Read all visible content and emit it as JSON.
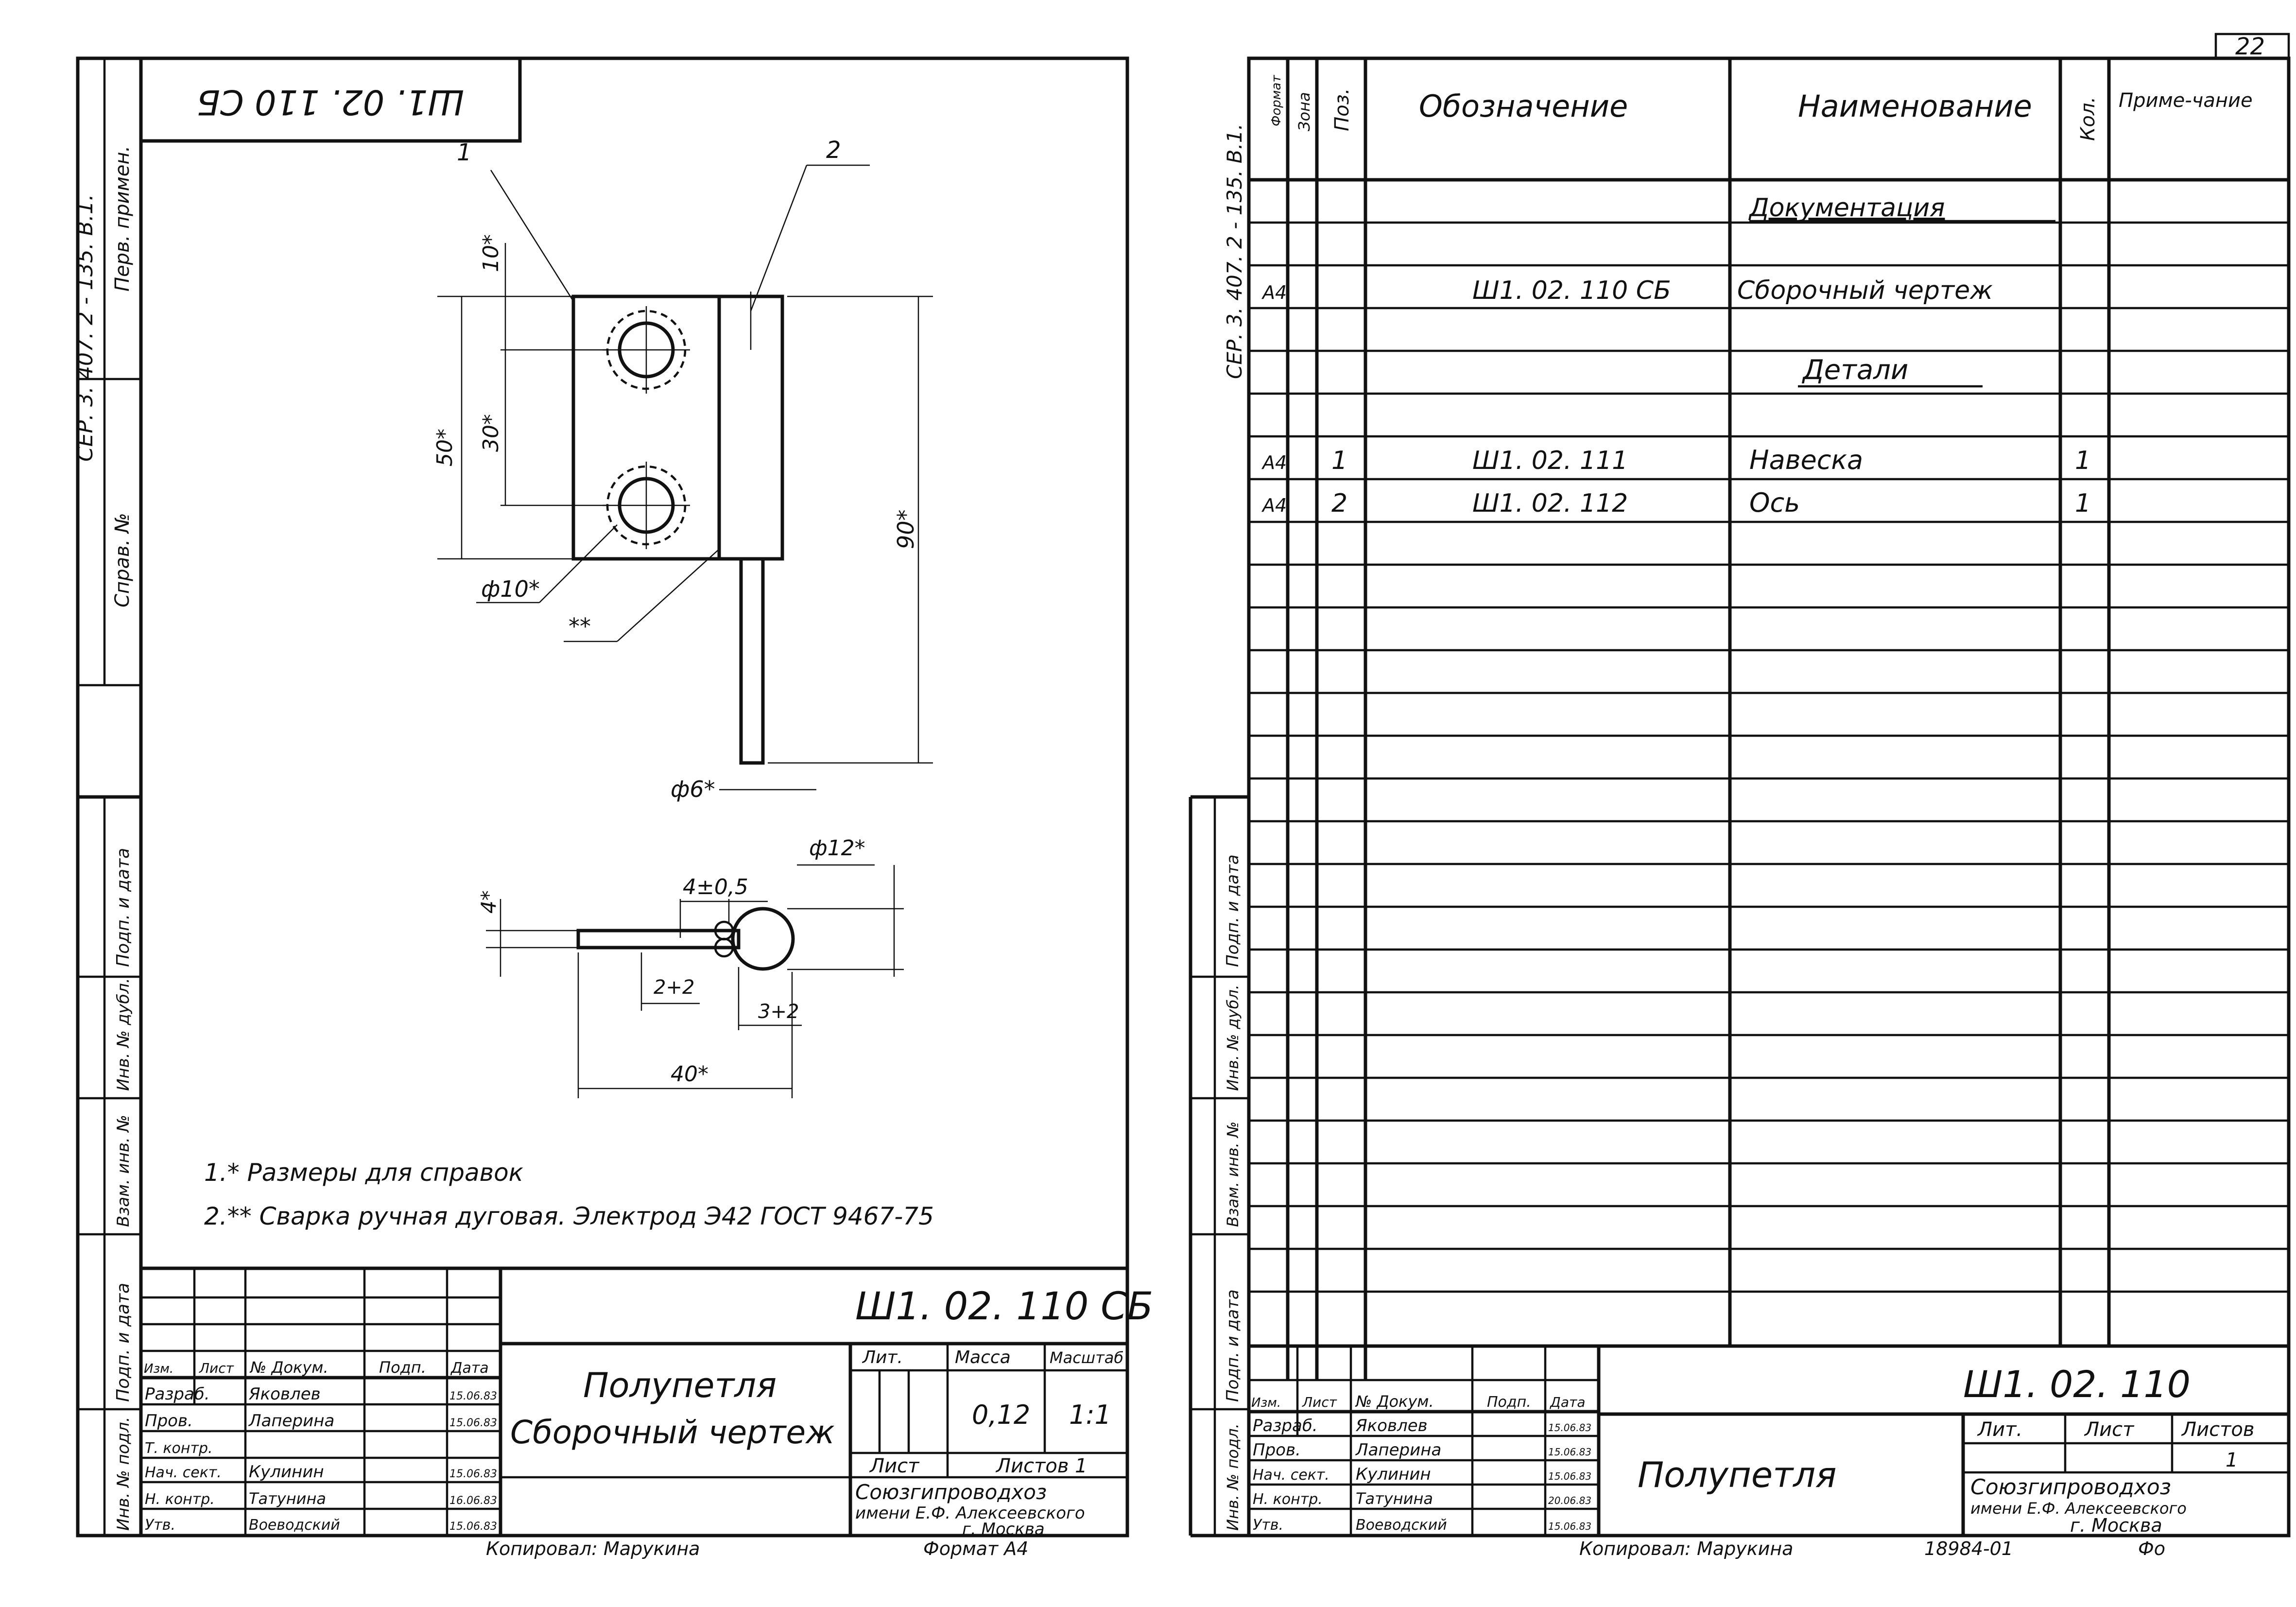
{
  "page_number": "22",
  "series_code": "СЕР. 3. 407. 2 - 135. В.1.",
  "left_sheet": {
    "top_stamp": "Ш1. 02. 110 СБ",
    "side_labels": {
      "perv_primen": "Перв. примен.",
      "sprav_no": "Справ. №",
      "podp_data_1": "Подп. и дата",
      "inv_dubl": "Инв. № дубл.",
      "vzam_inv": "Взам. инв. №",
      "podp_data_2": "Подп. и дата",
      "inv_podl": "Инв. № подл."
    },
    "leaders": {
      "p1": "1",
      "p2": "2"
    },
    "dimensions": {
      "d10": "10*",
      "d30": "30*",
      "d50": "50*",
      "d90": "90*",
      "phi10": "ф10*",
      "weld": "**",
      "phi6": "ф6*",
      "d4tol": "4±0,5",
      "phi12": "ф12*",
      "d4": "4*",
      "d2p2": "2+2",
      "d3p2": "3+2",
      "d40": "40*"
    },
    "notes": [
      "1.* Размеры для справок",
      "2.** Сварка ручная дуговая.  Электрод Э42 ГОСТ 9467-75"
    ],
    "title_block": {
      "doc_code": "Ш1. 02. 110 СБ",
      "name_line1": "Полупетля",
      "name_line2": "Сборочный чертеж",
      "headers": [
        "Изм.",
        "Лист",
        "№ Докум.",
        "Подп.",
        "Дата"
      ],
      "lit_label": "Лит.",
      "mass_label": "Масса",
      "scale_label": "Масштаб",
      "mass": "0,12",
      "scale": "1:1",
      "sheet_label": "Лист",
      "sheets_label": "Листов 1",
      "roles": [
        {
          "role": "Разраб.",
          "name": "Яковлев",
          "date": "15.06.83"
        },
        {
          "role": "Пров.",
          "name": "Лаперина",
          "date": "15.06.83"
        },
        {
          "role": "Т. контр.",
          "name": "",
          "date": ""
        },
        {
          "role": "Нач. сект.",
          "name": "Кулинин",
          "date": "15.06.83"
        },
        {
          "role": "Н. контр.",
          "name": "Татунина",
          "date": "16.06.83"
        },
        {
          "role": "Утв.",
          "name": "Воеводский",
          "date": "15.06.83"
        }
      ],
      "org_line1": "Союзгипроводхоз",
      "org_line2": "имени Е.Ф. Алексеевского",
      "org_line3": "г. Москва"
    },
    "footer_copied": "Копировал: Марукина",
    "footer_format": "Формат А4"
  },
  "right_sheet": {
    "headers": {
      "format": "Формат",
      "zone": "Зона",
      "pos": "Поз.",
      "designation": "Обозначение",
      "name": "Наименование",
      "qty": "Кол.",
      "note": "Приме-чание"
    },
    "sections": {
      "docs": "Документация",
      "parts": "Детали"
    },
    "rows": [
      {
        "format": "А4",
        "pos": "",
        "designation": "Ш1. 02. 110 СБ",
        "name": "Сборочный чертеж",
        "qty": ""
      },
      {
        "format": "А4",
        "pos": "1",
        "designation": "Ш1. 02. 111",
        "name": "Навеска",
        "qty": "1"
      },
      {
        "format": "А4",
        "pos": "2",
        "designation": "Ш1. 02. 112",
        "name": "Ось",
        "qty": "1"
      }
    ],
    "title_block": {
      "doc_code": "Ш1. 02. 110",
      "name": "Полупетля",
      "headers": [
        "Изм.",
        "Лист",
        "№ Докум.",
        "Подп.",
        "Дата"
      ],
      "lit_label": "Лит.",
      "sheet_label": "Лист",
      "sheets_label": "Листов",
      "sheets_value": "1",
      "roles": [
        {
          "role": "Разраб.",
          "name": "Яковлев",
          "date": "15.06.83"
        },
        {
          "role": "Пров.",
          "name": "Лаперина",
          "date": "15.06.83"
        },
        {
          "role": "Нач. сект.",
          "name": "Кулинин",
          "date": "15.06.83"
        },
        {
          "role": "Н. контр.",
          "name": "Татунина",
          "date": "20.06.83"
        },
        {
          "role": "Утв.",
          "name": "Воеводский",
          "date": "15.06.83"
        }
      ],
      "org_line1": "Союзгипроводхоз",
      "org_line2": "имени Е.Ф. Алексеевского",
      "org_line3": "г. Москва"
    },
    "footer_copied": "Копировал: Марукина",
    "footer_number": "18984-01",
    "footer_format": "Фо"
  }
}
